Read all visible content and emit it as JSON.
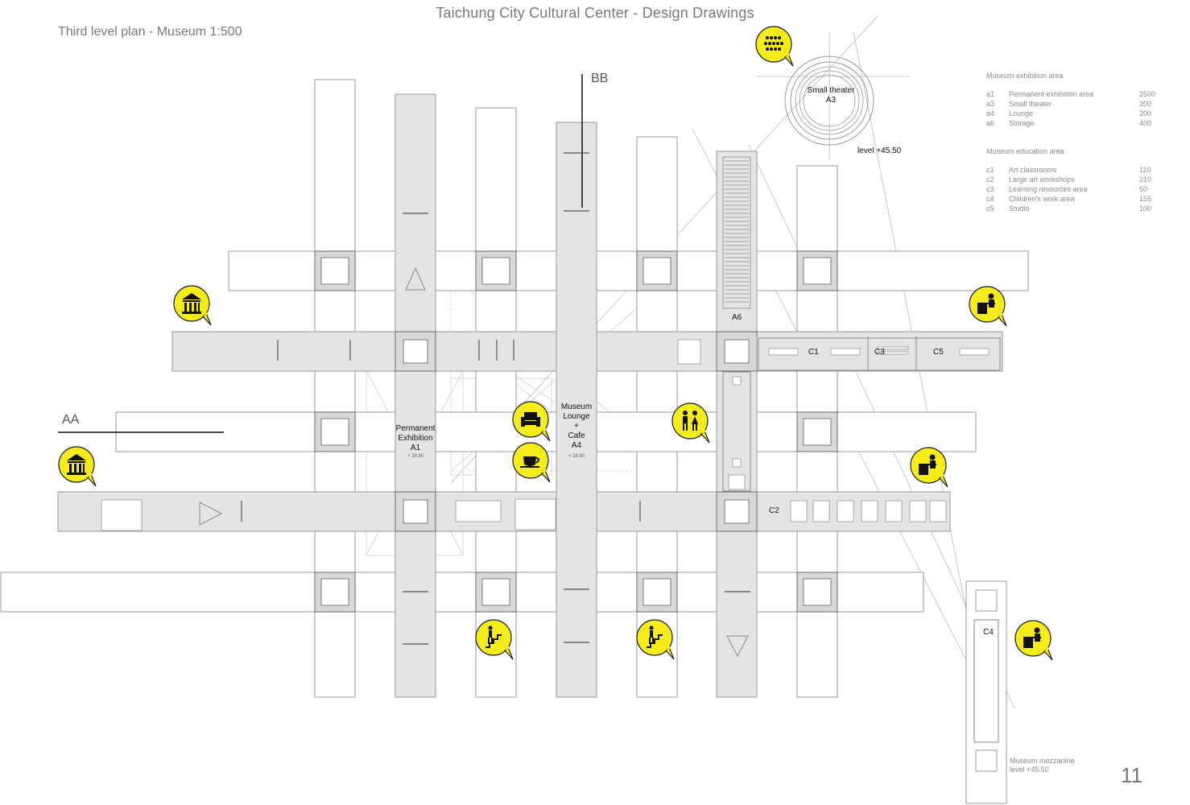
{
  "header": {
    "title": "Taichung City Cultural Center -  Design Drawings",
    "subtitle": "Third level plan - Museum 1:500"
  },
  "section_markers": {
    "aa": "AA",
    "bb": "BB"
  },
  "rooms": {
    "small_theater": [
      "Small theater",
      "A3"
    ],
    "theater_level": "level +45.50",
    "permanent_exhibition": [
      "Permanent",
      "Exhibition",
      "A1"
    ],
    "museum_lounge": [
      "Museum",
      "Lounge",
      "+",
      "Cafe",
      "A4"
    ],
    "a6": "A6",
    "c1": "C1",
    "c2": "C2",
    "c3": "C3",
    "c4": "C4",
    "c5": "C5",
    "level_a1": "+ 38.80",
    "level_a4": "+ 38.80"
  },
  "legend": {
    "exhibition_title": "Museum exhibition area",
    "exhibition_items": [
      {
        "code": "a1",
        "name": "Permanent exhibition area",
        "area": "2500"
      },
      {
        "code": "a3",
        "name": "Small theater",
        "area": "200"
      },
      {
        "code": "a4",
        "name": "Lounge",
        "area": "200"
      },
      {
        "code": "a6",
        "name": "Storage",
        "area": "400"
      }
    ],
    "education_title": "Museum education area",
    "education_items": [
      {
        "code": "c1",
        "name": "Art classrooms",
        "area": "110"
      },
      {
        "code": "c2",
        "name": "Large art workshops",
        "area": "210"
      },
      {
        "code": "c3",
        "name": "Learning resources area",
        "area": "50"
      },
      {
        "code": "c4",
        "name": "Children's work area",
        "area": "155"
      },
      {
        "code": "c5",
        "name": "Studio",
        "area": "100"
      }
    ]
  },
  "mezzanine": {
    "line1": "Museum mezzanine",
    "line2": "level +45.50"
  },
  "page_number": "11",
  "colors": {
    "icon_yellow": "#f7ec1b",
    "bar_fill": "#e4e4e4",
    "bar_stroke": "#9a9a9a",
    "line": "#b8b8b8"
  },
  "icons": [
    "theater-audience-icon",
    "museum-building-icon",
    "museum-building-icon",
    "armchair-icon",
    "coffee-cup-icon",
    "restroom-icon",
    "desk-worker-icon",
    "desk-worker-icon",
    "desk-worker-icon",
    "stairs-person-icon",
    "stairs-person-icon"
  ]
}
